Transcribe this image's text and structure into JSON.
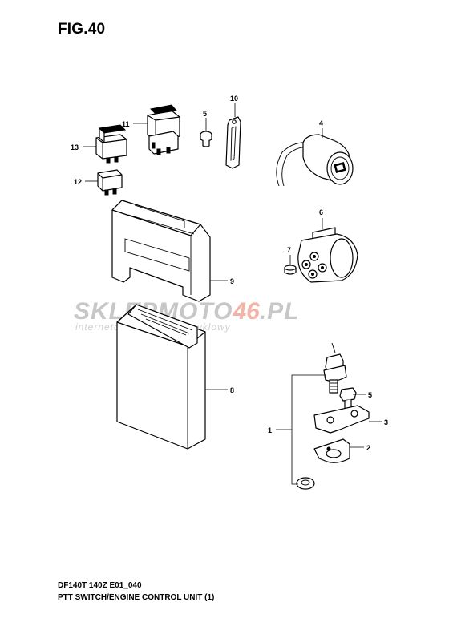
{
  "figure": {
    "title": "FIG.40",
    "model_code": "DF140T 140Z E01_040",
    "description": "PTT SWITCH/ENGINE CONTROL UNIT (1)"
  },
  "watermark": {
    "brand_prefix": "SKLEPMOTO",
    "brand_number": "46",
    "brand_suffix": ".PL",
    "tagline": "internetowy sklep motocyklowy"
  },
  "callouts": {
    "p1": "1",
    "p2": "2",
    "p3": "3",
    "p4": "4",
    "p5a": "5",
    "p5b": "5",
    "p6": "6",
    "p7": "7",
    "p8": "8",
    "p9": "9",
    "p10": "10",
    "p11": "11",
    "p12": "12",
    "p13": "13"
  },
  "colors": {
    "line": "#000000",
    "background": "#ffffff",
    "watermark_gray": "#c7c7c7",
    "watermark_accent": "#f2b4a8"
  }
}
